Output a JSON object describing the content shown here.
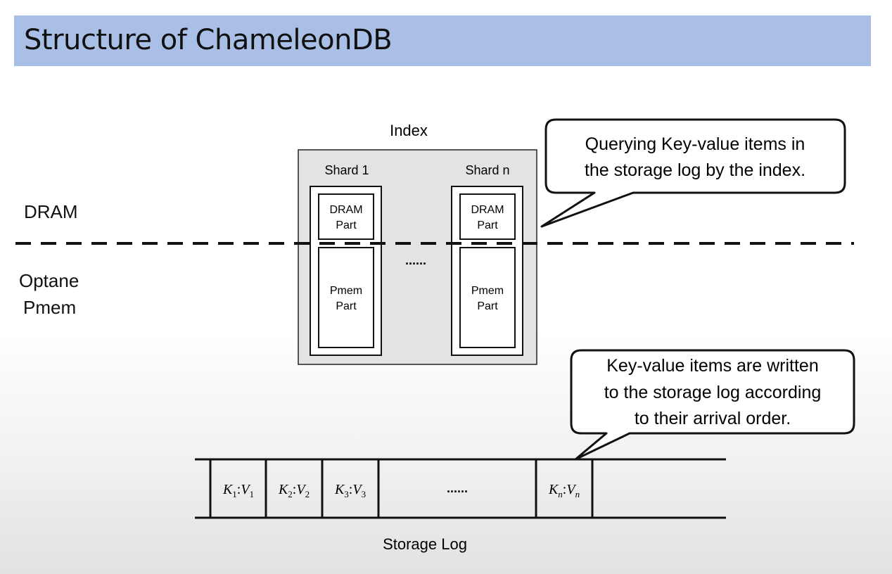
{
  "title": "Structure of ChameleonDB",
  "labels": {
    "dram": "DRAM",
    "optane_line1": "Optane",
    "optane_line2": "Pmem",
    "index": "Index",
    "storage_log": "Storage Log"
  },
  "shards": [
    {
      "name": "Shard 1",
      "dram_part": [
        "DRAM",
        "Part"
      ],
      "pmem_part": [
        "Pmem",
        "Part"
      ]
    },
    {
      "name": "Shard n",
      "dram_part": [
        "DRAM",
        "Part"
      ],
      "pmem_part": [
        "Pmem",
        "Part"
      ]
    }
  ],
  "shard_ellipsis": "......",
  "callouts": {
    "query": [
      "Querying Key-value items in",
      "the storage log by the index."
    ],
    "write": [
      "Key-value items are written",
      "to the storage log according",
      "to their arrival order."
    ]
  },
  "log_cells": [
    {
      "k": "K",
      "k_sub": "1",
      "v": "V",
      "v_sub": "1"
    },
    {
      "k": "K",
      "k_sub": "2",
      "v": "V",
      "v_sub": "2"
    },
    {
      "k": "K",
      "k_sub": "3",
      "v": "V",
      "v_sub": "3"
    },
    {
      "ellipsis": "......"
    },
    {
      "k": "K",
      "k_sub": "n",
      "v": "V",
      "v_sub": "n"
    }
  ]
}
